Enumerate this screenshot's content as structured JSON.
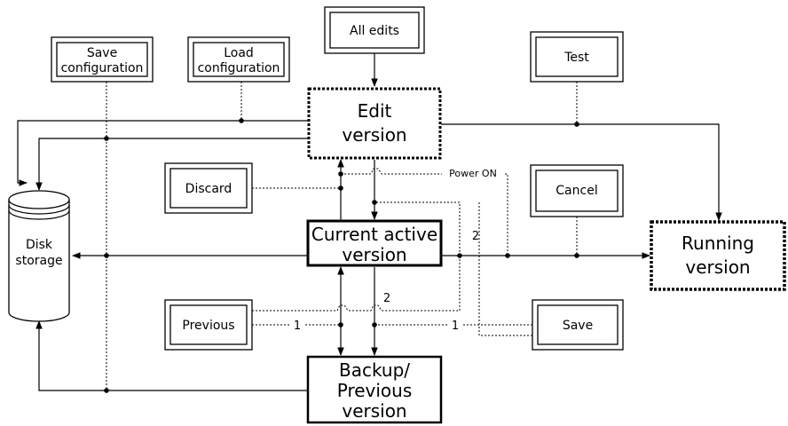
{
  "buttons": {
    "all_edits": "All edits",
    "save_config_line1": "Save",
    "save_config_line2": "configuration",
    "load_config_line1": "Load",
    "load_config_line2": "configuration",
    "test": "Test",
    "discard": "Discard",
    "cancel": "Cancel",
    "previous": "Previous",
    "save": "Save"
  },
  "nodes": {
    "edit_line1": "Edit",
    "edit_line2": "version",
    "current_line1": "Current active",
    "current_line2": "version",
    "running_line1": "Running",
    "running_line2": "version",
    "backup_line1": "Backup/",
    "backup_line2": "Previous",
    "backup_line3": "version",
    "disk_line1": "Disk",
    "disk_line2": "storage"
  },
  "labels": {
    "power_on": "Power ON",
    "one_left": "1",
    "one_right": "1",
    "two_upper": "2",
    "two_lower": "2"
  }
}
